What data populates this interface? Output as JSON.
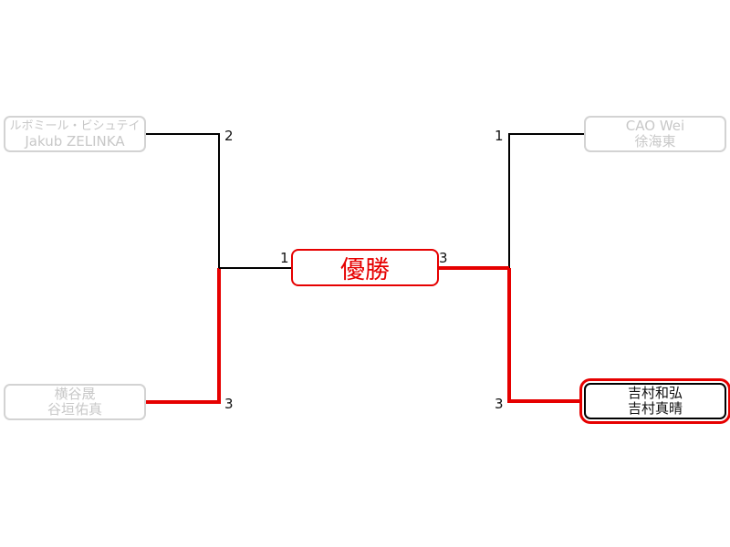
{
  "colors": {
    "winner_line": "#e60000",
    "line": "#000000",
    "eliminated_text": "#c8c8c8",
    "eliminated_border": "#d3d3d3"
  },
  "champion": {
    "label": "優勝"
  },
  "teams": {
    "top_left": {
      "line1": "ルボミール・ビシュテイ",
      "line2": "Jakub ZELINKA",
      "score": "2"
    },
    "bottom_left": {
      "line1": "横谷晟",
      "line2": "谷垣佑真",
      "score": "3"
    },
    "top_right": {
      "line1": "CAO Wei",
      "line2": "徐海東",
      "score": "1"
    },
    "bottom_right": {
      "line1": "吉村和弘",
      "line2": "吉村真晴",
      "score": "3"
    }
  },
  "final_scores": {
    "left": "1",
    "right": "3"
  }
}
